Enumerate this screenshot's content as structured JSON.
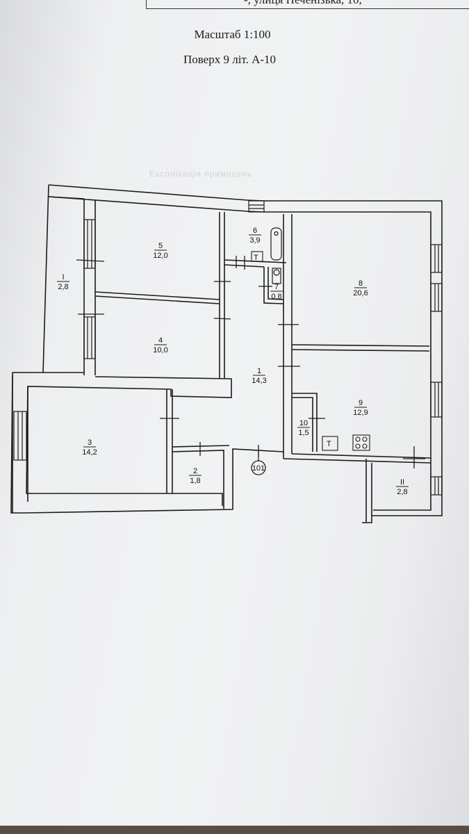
{
  "header": {
    "address_fragment": "-, улиця Печенізька, 10,",
    "scale": "Масштаб 1:100",
    "floor": "Поверх 9 літ. А-10"
  },
  "faint_text": {
    "behind_heading": "Експлікація приміщень"
  },
  "rooms": [
    {
      "id": "I",
      "area": "2,8"
    },
    {
      "id": "1",
      "area": "14,3"
    },
    {
      "id": "2",
      "area": "1,8"
    },
    {
      "id": "3",
      "area": "14,2"
    },
    {
      "id": "4",
      "area": "10,0"
    },
    {
      "id": "5",
      "area": "12,0"
    },
    {
      "id": "6",
      "area": "3,9"
    },
    {
      "id": "7",
      "area": "0,8"
    },
    {
      "id": "8",
      "area": "20,6"
    },
    {
      "id": "9",
      "area": "12,9"
    },
    {
      "id": "10",
      "area": "1,5"
    },
    {
      "id": "II",
      "area": "2,8"
    }
  ],
  "entrance_marker": "101",
  "fixtures": {
    "tap_symbol": "T",
    "stove_icon": "stove-icon",
    "bathtub_icon": "bathtub-icon",
    "toilet_icon": "toilet-icon"
  },
  "colors": {
    "ink": "#1b1b1b",
    "paper": "#eeeff0"
  }
}
